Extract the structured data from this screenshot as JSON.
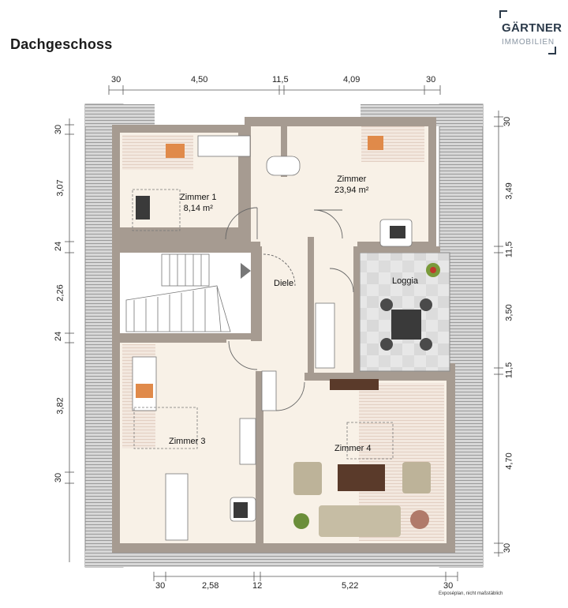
{
  "page_title": "Dachgeschoss",
  "logo": {
    "name": "GÄRTNER",
    "subtitle": "IMMOBILIEN"
  },
  "dimensions": {
    "top": [
      "30",
      "4,50",
      "11,5",
      "4,09",
      "30"
    ],
    "bottom": [
      "30",
      "2,58",
      "12",
      "5,22",
      "30"
    ],
    "left": [
      "30",
      "3,07",
      "24",
      "2,26",
      "24",
      "3,82",
      "30"
    ],
    "right": [
      "30",
      "3,49",
      "11,5",
      "3,50",
      "11,5",
      "4,70",
      "30"
    ]
  },
  "rooms": {
    "zimmer1": {
      "name": "Zimmer 1",
      "area": "8,14 m²"
    },
    "zimmer2": {
      "name": "Zimmer",
      "area": "23,94 m²"
    },
    "loggia": {
      "name": "Loggia"
    },
    "diele": {
      "name": "Diele"
    },
    "zimmer3": {
      "name": "Zimmer 3"
    },
    "zimmer4": {
      "name": "Zimmer 4"
    }
  },
  "footnote": "Exposéplan, nicht maßstäblich",
  "colors": {
    "wall": "#a69b91",
    "floor": "#f8f1e7",
    "roof_hatch": "#c9c9c9",
    "loggia_tile": "#e4e4e4"
  }
}
